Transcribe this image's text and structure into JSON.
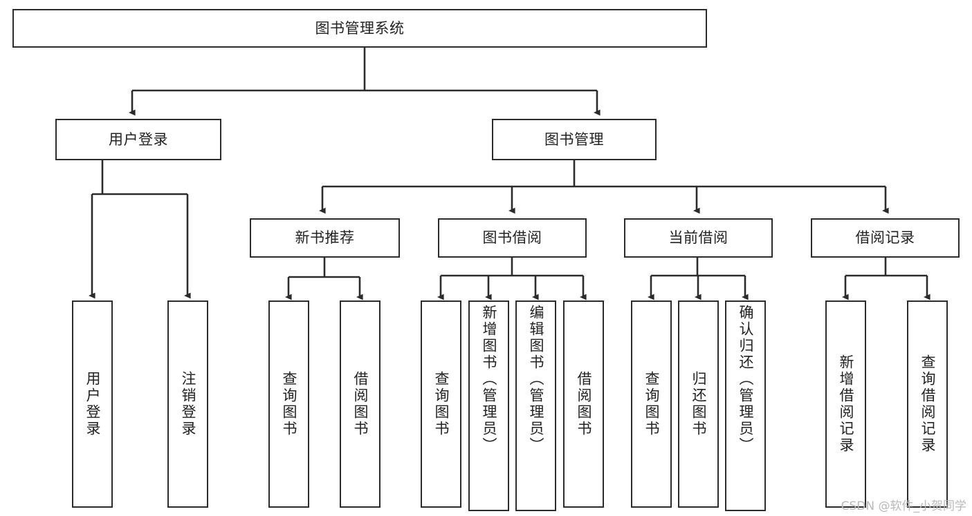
{
  "diagram": {
    "title": "图书管理系统",
    "type": "tree-hierarchy",
    "watermark": "CSDN @软件_小贺同学",
    "colors": {
      "background": "#ffffff",
      "node_border": "#2b2b2b",
      "node_fill": "#ffffff",
      "connector": "#2b2b2b",
      "text": "#222222",
      "watermark": "#b9b9b9"
    },
    "levels": {
      "root": {
        "label": "图书管理系统"
      },
      "level2": [
        {
          "id": "user-login",
          "label": "用户登录"
        },
        {
          "id": "book-management",
          "label": "图书管理"
        }
      ],
      "level3": [
        {
          "id": "new-book-recommend",
          "label": "新书推荐"
        },
        {
          "id": "book-borrow",
          "label": "图书借阅"
        },
        {
          "id": "current-borrow",
          "label": "当前借阅"
        },
        {
          "id": "borrow-record",
          "label": "借阅记录"
        }
      ],
      "leaves": [
        {
          "id": "leaf-user-login",
          "label": "用户登录",
          "parent": "user-login"
        },
        {
          "id": "leaf-logout-login",
          "label": "注销登录",
          "parent": "user-login"
        },
        {
          "id": "leaf-query-book-1",
          "label": "查询图书",
          "parent": "new-book-recommend"
        },
        {
          "id": "leaf-borrow-book-1",
          "label": "借阅图书",
          "parent": "new-book-recommend"
        },
        {
          "id": "leaf-query-book-2",
          "label": "查询图书",
          "parent": "book-borrow"
        },
        {
          "id": "leaf-add-book",
          "label": "新增图书（管理员）",
          "parent": "book-borrow"
        },
        {
          "id": "leaf-edit-book",
          "label": "编辑图书（管理员）",
          "parent": "book-borrow"
        },
        {
          "id": "leaf-borrow-book-2",
          "label": "借阅图书",
          "parent": "book-borrow"
        },
        {
          "id": "leaf-query-book-3",
          "label": "查询图书",
          "parent": "current-borrow"
        },
        {
          "id": "leaf-return-book",
          "label": "归还图书",
          "parent": "current-borrow"
        },
        {
          "id": "leaf-confirm-return",
          "label": "确认归还（管理员）",
          "parent": "current-borrow"
        },
        {
          "id": "leaf-add-record",
          "label": "新增借阅记录",
          "parent": "borrow-record"
        },
        {
          "id": "leaf-query-record",
          "label": "查询借阅记录",
          "parent": "borrow-record"
        }
      ]
    }
  }
}
